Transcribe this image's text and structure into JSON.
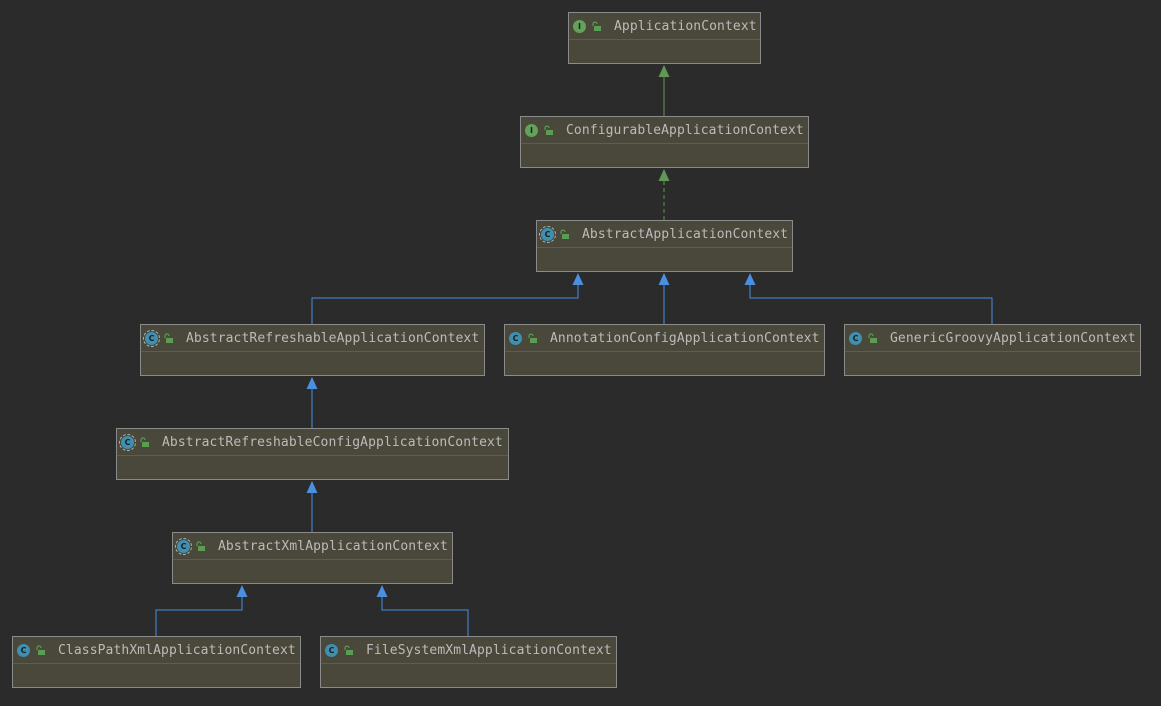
{
  "diagram": {
    "nodes": [
      {
        "id": "application-context",
        "label": "ApplicationContext",
        "kind": "interface"
      },
      {
        "id": "configurable-application-context",
        "label": "ConfigurableApplicationContext",
        "kind": "interface"
      },
      {
        "id": "abstract-application-context",
        "label": "AbstractApplicationContext",
        "kind": "abstract-class"
      },
      {
        "id": "abstract-refreshable-application-context",
        "label": "AbstractRefreshableApplicationContext",
        "kind": "abstract-class"
      },
      {
        "id": "annotation-config-application-context",
        "label": "AnnotationConfigApplicationContext",
        "kind": "class"
      },
      {
        "id": "generic-groovy-application-context",
        "label": "GenericGroovyApplicationContext",
        "kind": "class"
      },
      {
        "id": "abstract-refreshable-config-application-context",
        "label": "AbstractRefreshableConfigApplicationContext",
        "kind": "abstract-class"
      },
      {
        "id": "abstract-xml-application-context",
        "label": "AbstractXmlApplicationContext",
        "kind": "abstract-class"
      },
      {
        "id": "class-path-xml-application-context",
        "label": "ClassPathXmlApplicationContext",
        "kind": "class"
      },
      {
        "id": "file-system-xml-application-context",
        "label": "FileSystemXmlApplicationContext",
        "kind": "class"
      }
    ],
    "edges": [
      {
        "from": "configurable-application-context",
        "to": "application-context",
        "type": "extends-interface"
      },
      {
        "from": "abstract-application-context",
        "to": "configurable-application-context",
        "type": "implements"
      },
      {
        "from": "abstract-refreshable-application-context",
        "to": "abstract-application-context",
        "type": "extends"
      },
      {
        "from": "annotation-config-application-context",
        "to": "abstract-application-context",
        "type": "extends"
      },
      {
        "from": "generic-groovy-application-context",
        "to": "abstract-application-context",
        "type": "extends"
      },
      {
        "from": "abstract-refreshable-config-application-context",
        "to": "abstract-refreshable-application-context",
        "type": "extends"
      },
      {
        "from": "abstract-xml-application-context",
        "to": "abstract-refreshable-config-application-context",
        "type": "extends"
      },
      {
        "from": "class-path-xml-application-context",
        "to": "abstract-xml-application-context",
        "type": "extends"
      },
      {
        "from": "file-system-xml-application-context",
        "to": "abstract-xml-application-context",
        "type": "extends"
      }
    ],
    "colors": {
      "background": "#2b2b2b",
      "node_fill": "#4a473b",
      "node_border": "#8a8a8a",
      "interface_icon": "#62a25a",
      "class_icon": "#3e8fb0",
      "interface_edge": "#629755",
      "class_edge": "#4a8fe0",
      "lock_icon": "#5b9d52",
      "text": "#bbbbbb"
    },
    "icons": {
      "interface": "interface-icon",
      "class": "class-icon",
      "abstract-class": "abstract-class-icon",
      "visibility": "lock-open-icon"
    }
  }
}
